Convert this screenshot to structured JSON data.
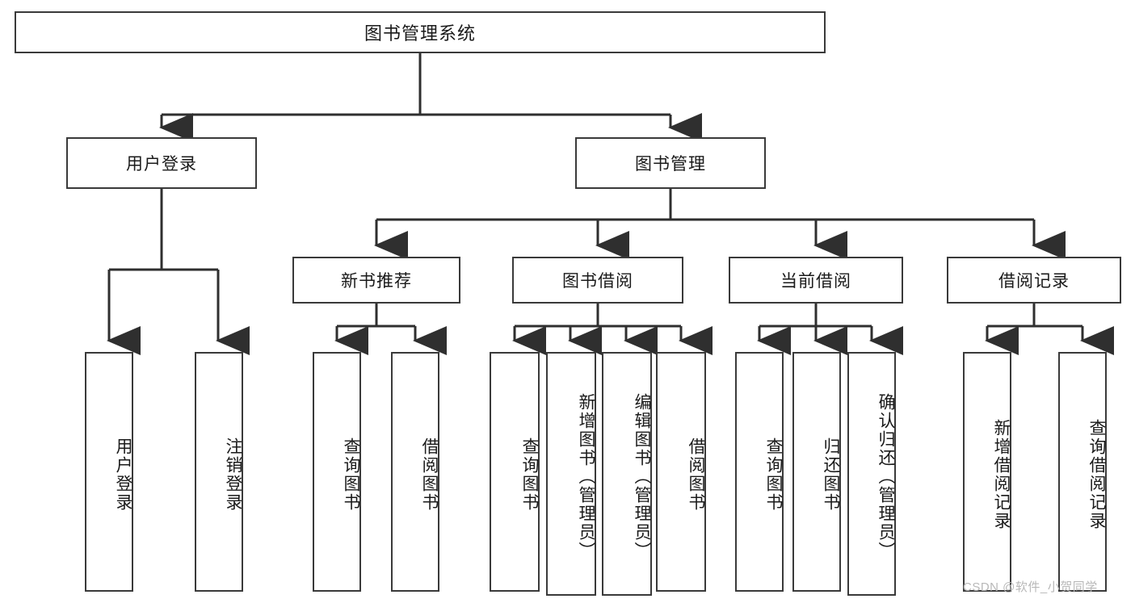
{
  "diagram": {
    "type": "tree-hierarchy-chart",
    "title": "图书管理系统",
    "root": {
      "label": "图书管理系统"
    },
    "level1": [
      {
        "label": "用户登录"
      },
      {
        "label": "图书管理"
      }
    ],
    "level2": [
      {
        "label": "新书推荐"
      },
      {
        "label": "图书借阅"
      },
      {
        "label": "当前借阅"
      },
      {
        "label": "借阅记录"
      }
    ],
    "leaves": {
      "user_login": [
        {
          "label": "用户登录"
        },
        {
          "label": "注销登录"
        }
      ],
      "new_book_recommend": [
        {
          "label": "查询图书"
        },
        {
          "label": "借阅图书"
        }
      ],
      "book_borrow": [
        {
          "label": "查询图书"
        },
        {
          "label": "新增图书（管理员）"
        },
        {
          "label": "编辑图书（管理员）"
        },
        {
          "label": "借阅图书"
        }
      ],
      "current_borrow": [
        {
          "label": "查询图书"
        },
        {
          "label": "归还图书"
        },
        {
          "label": "确认归还（管理员）"
        }
      ],
      "borrow_record": [
        {
          "label": "新增借阅记录"
        },
        {
          "label": "查询借阅记录"
        }
      ]
    }
  },
  "watermark": {
    "text": "CSDN @软件_小贺同学"
  },
  "colors": {
    "stroke": "#3a3a3a",
    "background": "#ffffff",
    "text": "#1a1a1a",
    "watermark": "#b8b8b8"
  }
}
